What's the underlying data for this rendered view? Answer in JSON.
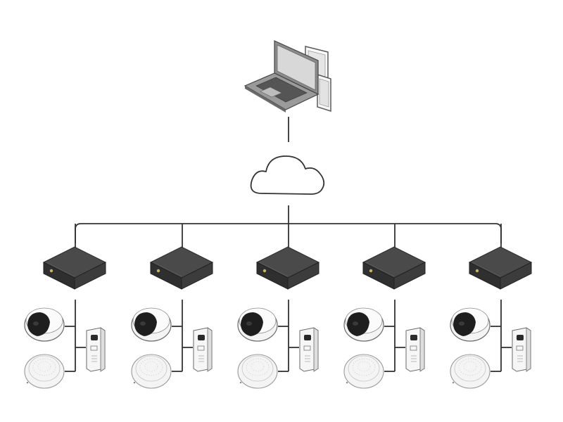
{
  "diagram": {
    "client": {
      "devices": [
        {
          "kind": "laptop",
          "icon": "laptop-icon"
        },
        {
          "kind": "tablet",
          "icon": "tablet-icon"
        },
        {
          "kind": "phone",
          "icon": "phone-icon"
        }
      ]
    },
    "network": {
      "icon": "cloud-icon"
    },
    "sites": [
      {
        "controller_icon": "controller-box-icon",
        "camera_icon": "dome-camera-icon",
        "speaker_icon": "speaker-icon",
        "intercom_icon": "door-station-icon"
      },
      {
        "controller_icon": "controller-box-icon",
        "camera_icon": "dome-camera-icon",
        "speaker_icon": "speaker-icon",
        "intercom_icon": "door-station-icon"
      },
      {
        "controller_icon": "controller-box-icon",
        "camera_icon": "dome-camera-icon",
        "speaker_icon": "speaker-icon",
        "intercom_icon": "door-station-icon"
      },
      {
        "controller_icon": "controller-box-icon",
        "camera_icon": "dome-camera-icon",
        "speaker_icon": "speaker-icon",
        "intercom_icon": "door-station-icon"
      },
      {
        "controller_icon": "controller-box-icon",
        "camera_icon": "dome-camera-icon",
        "speaker_icon": "speaker-icon",
        "intercom_icon": "door-station-icon"
      }
    ],
    "colors": {
      "line": "#333333",
      "device_dark": "#3a3a3a",
      "device_mid": "#555555",
      "device_light": "#f2f2f2",
      "outline": "#5a5a5a"
    }
  }
}
